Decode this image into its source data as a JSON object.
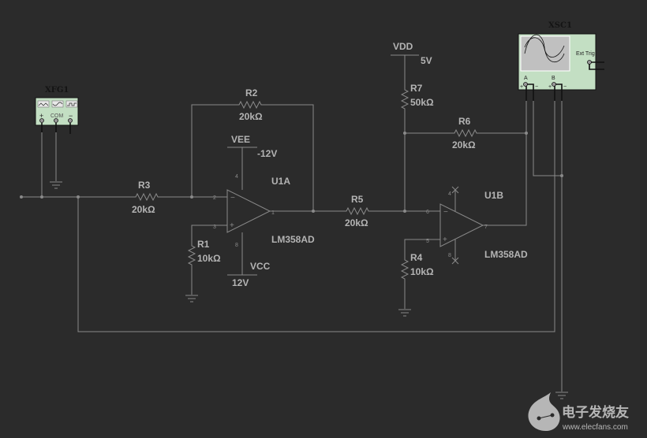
{
  "canvas": {
    "background": "#2b2b2b",
    "wire_color": "#8a8a8a",
    "instrument_color": "#c3dfc3"
  },
  "function_generator": {
    "name": "XFG1",
    "terminals": [
      "+",
      "COM",
      "−"
    ],
    "waveforms": [
      "sine",
      "triangle",
      "square"
    ]
  },
  "oscilloscope": {
    "name": "XSC1",
    "channels": [
      "A",
      "B"
    ],
    "ext_trig_label": "Ext Trig",
    "plus": "+",
    "minus": "−"
  },
  "resistors": [
    {
      "ref": "R1",
      "value": "10kΩ"
    },
    {
      "ref": "R2",
      "value": "20kΩ"
    },
    {
      "ref": "R3",
      "value": "20kΩ"
    },
    {
      "ref": "R4",
      "value": "10kΩ"
    },
    {
      "ref": "R5",
      "value": "20kΩ"
    },
    {
      "ref": "R6",
      "value": "20kΩ"
    },
    {
      "ref": "R7",
      "value": "50kΩ"
    }
  ],
  "opamps": [
    {
      "ref": "U1A",
      "part": "LM358AD",
      "pins": {
        "inv": "2",
        "noninv": "3",
        "out": "1",
        "vneg": "4",
        "vpos": "8"
      }
    },
    {
      "ref": "U1B",
      "part": "LM358AD",
      "pins": {
        "inv": "6",
        "noninv": "5",
        "out": "7",
        "vneg": "4",
        "vpos": "8"
      }
    }
  ],
  "supplies": [
    {
      "name": "VEE",
      "value": "-12V"
    },
    {
      "name": "VCC",
      "value": "12V"
    },
    {
      "name": "VDD",
      "value": "5V"
    }
  ],
  "watermark": {
    "brand": "电子发烧友",
    "url": "www.elecfans.com"
  }
}
